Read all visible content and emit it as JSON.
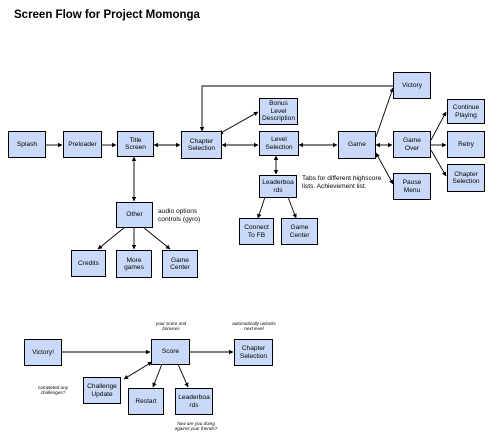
{
  "title": "Screen Flow for Project Momonga",
  "screens": {
    "splash": "Splash",
    "preloader": "Preloader",
    "title_screen": "Title Screen",
    "chapter_selection": "Chapter Selection",
    "bonus_level_description": "Bonus Level Description",
    "level_selection": "Level Selection",
    "leaderboards": "Leaderboa rds",
    "connect_to_fb": "Connect To FB",
    "game_center_lb": "Game Center",
    "game": "Game",
    "victory": "Victory",
    "game_over": "Game Over",
    "pause_menu": "Pause Menu",
    "continue_playing": "Continue Playing",
    "retry": "Retry",
    "chapter_selection_go": "Chapter Selection",
    "other": "Other",
    "credits": "Credits",
    "more_games": "More games",
    "game_center_other": "Game Center"
  },
  "notes": {
    "leaderboard_tabs": "Tabs for different highscore lists. Achievement list.",
    "other_options": "audio options controls (gyro)"
  },
  "victory_flow": {
    "victory": "Victory!",
    "score": "Score",
    "chapter_selection": "Chapter Selection",
    "challenge_update": "Challenge Update",
    "restart": "Restart",
    "leaderboards": "Leaderboa rds"
  },
  "annotations": {
    "score_and_bonuses": "your score and bonuses",
    "auto_unlock": "automatically unlocks next level",
    "challenges_completed": "completed any challenges?",
    "compare_friends": "how are you doing against your friends?"
  }
}
